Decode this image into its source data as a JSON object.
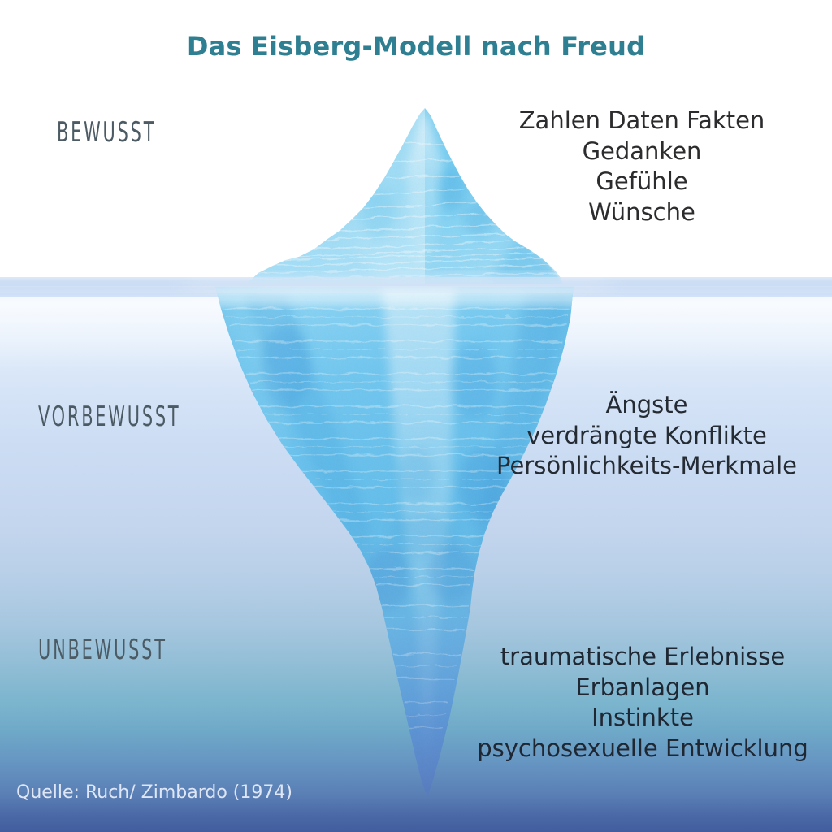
{
  "title": "Das Eisberg-Modell nach Freud",
  "levels": {
    "conscious_label": "BEWUSST",
    "preconscious_label": "VORBEWUSST",
    "unconscious_label": "UNBEWUSST"
  },
  "content": {
    "conscious": "Zahlen Daten Fakten\nGedanken\nGefühle\nWünsche",
    "preconscious": "Ängste\nverdrängte Konflikte\nPersönlichkeits-Merkmale",
    "unconscious": "traumatische Erlebnisse\nErbanlagen\nInstinkte\npsychosexuelle Entwicklung"
  },
  "source": "Quelle: Ruch/ Zimbardo  (1974)",
  "colors": {
    "title": "#2e7f91",
    "level_label": "#4c5a63",
    "body_text": "#2c2c2e",
    "source_text": "#dfe6f5",
    "sky": "#ffffff",
    "waterline": "#c3d6f2",
    "water_top": "#eaf3fd",
    "water_mid": "#7ab4cd",
    "water_bottom": "#425d9d",
    "iceberg_light": "#d8f0fb",
    "iceberg_mid": "#7fd0f2",
    "iceberg_deep": "#52b6e8"
  },
  "icons": {
    "iceberg": "iceberg-illustration",
    "waterline": "waterline-divider"
  }
}
